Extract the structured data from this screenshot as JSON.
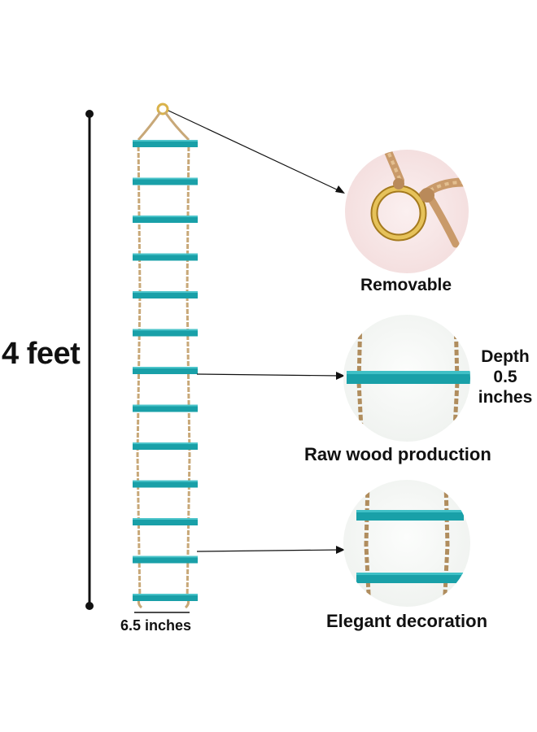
{
  "dimensions": {
    "height": "4 feet",
    "width": "6.5 inches",
    "depth_lines": [
      "Depth",
      "0.5",
      "inches"
    ]
  },
  "callouts": [
    {
      "caption": "Removable"
    },
    {
      "caption": "Raw wood production"
    },
    {
      "caption": "Elegant decoration"
    }
  ],
  "colors": {
    "rung": "#19a0a8",
    "rope": "#c8a878",
    "ring": "#d9b24a",
    "dimension_line": "#111111"
  },
  "ladder": {
    "rung_count": 13
  }
}
